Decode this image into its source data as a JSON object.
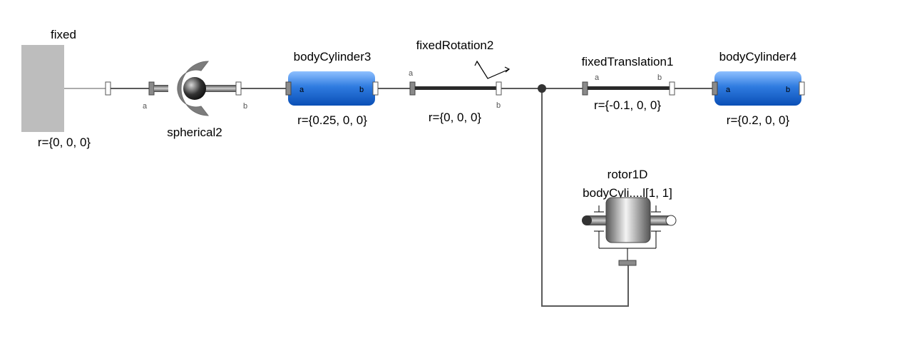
{
  "components": {
    "fixed": {
      "name": "fixed",
      "param": "r={0, 0, 0}"
    },
    "spherical2": {
      "name": "spherical2",
      "port_a": "a",
      "port_b": "b"
    },
    "bodyCylinder3": {
      "name": "bodyCylinder3",
      "param": "r={0.25, 0, 0}",
      "port_a": "a",
      "port_b": "b"
    },
    "fixedRotation2": {
      "name": "fixedRotation2",
      "param": "r={0, 0, 0}",
      "port_a": "a",
      "port_b": "b"
    },
    "fixedTranslation1": {
      "name": "fixedTranslation1",
      "param": "r={-0.1, 0, 0}",
      "port_a": "a",
      "port_b": "b"
    },
    "bodyCylinder4": {
      "name": "bodyCylinder4",
      "param": "r={0.2, 0, 0}",
      "port_a": "a",
      "port_b": "b"
    },
    "rotor1D": {
      "name": "rotor1D",
      "param": "bodyCyli....l[1, 1]"
    }
  },
  "colors": {
    "connection": "#5a5a5a",
    "fixed_block": "#bdbdbd",
    "body_blue": "#2f7be0",
    "rod": "#2a2a2a"
  }
}
